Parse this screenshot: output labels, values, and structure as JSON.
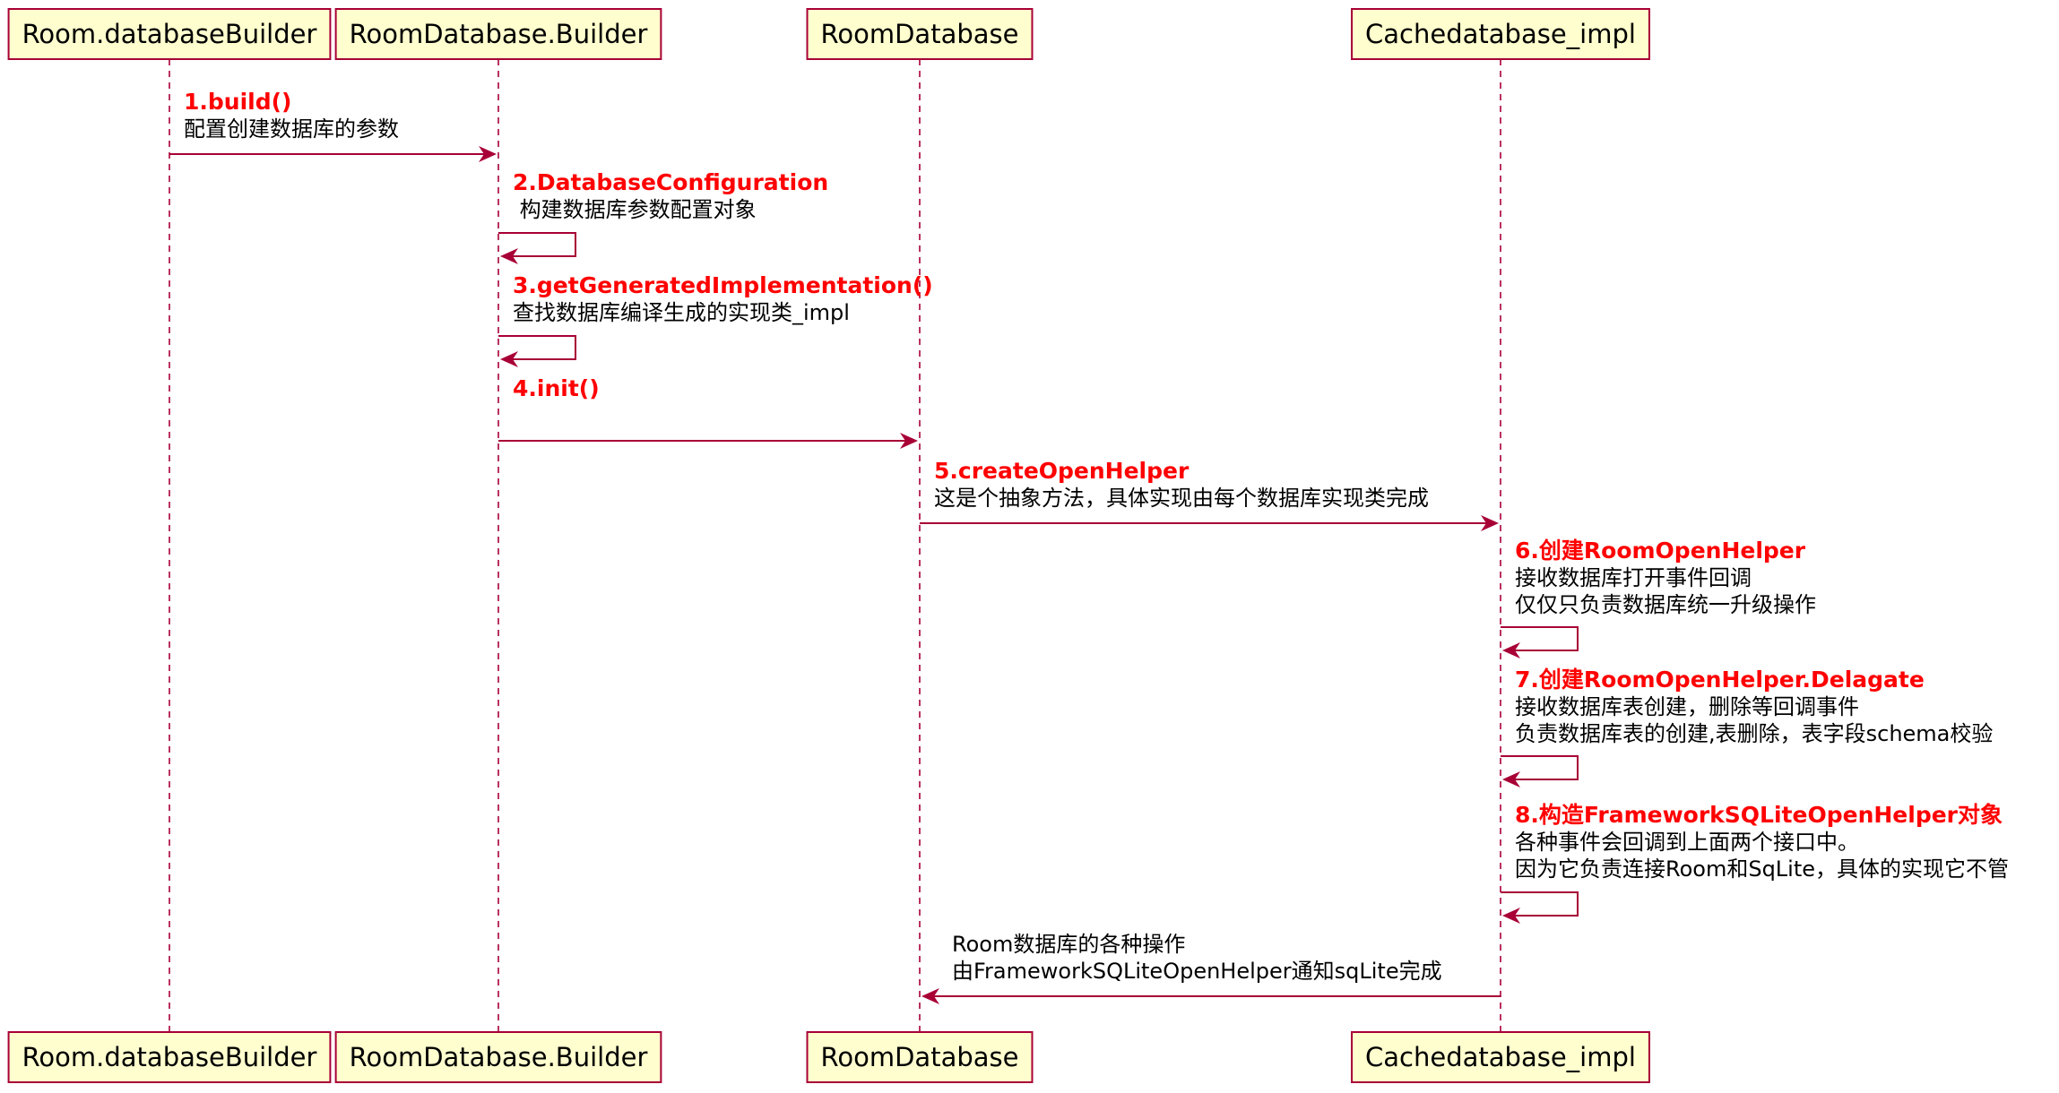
{
  "participants": [
    {
      "id": "p1",
      "name": "Room.databaseBuilder"
    },
    {
      "id": "p2",
      "name": "RoomDatabase.Builder"
    },
    {
      "id": "p3",
      "name": "RoomDatabase"
    },
    {
      "id": "p4",
      "name": "Cachedatabase_impl"
    }
  ],
  "messages": [
    {
      "id": "m1",
      "from": "p1",
      "to": "p2",
      "title": "1.build()",
      "lines": [
        "配置创建数据库的参数"
      ]
    },
    {
      "id": "m2",
      "from": "p2",
      "to": "p2",
      "title": "2.DatabaseConfiguration",
      "lines": [
        " 构建数据库参数配置对象"
      ]
    },
    {
      "id": "m3",
      "from": "p2",
      "to": "p2",
      "title": "3.getGeneratedImplementation()",
      "lines": [
        "查找数据库编译生成的实现类_impl"
      ]
    },
    {
      "id": "m4",
      "from": "p2",
      "to": "p3",
      "title": "4.init()",
      "lines": []
    },
    {
      "id": "m5",
      "from": "p3",
      "to": "p4",
      "title": "5.createOpenHelper",
      "lines": [
        "这是个抽象方法，具体实现由每个数据库实现类完成"
      ]
    },
    {
      "id": "m6",
      "from": "p4",
      "to": "p4",
      "title": "6.创建RoomOpenHelper",
      "lines": [
        "接收数据库打开事件回调",
        "仅仅只负责数据库统一升级操作"
      ]
    },
    {
      "id": "m7",
      "from": "p4",
      "to": "p4",
      "title": "7.创建RoomOpenHelper.Delagate",
      "lines": [
        "接收数据库表创建，删除等回调事件",
        "负责数据库表的创建,表删除，表字段schema校验"
      ]
    },
    {
      "id": "m8",
      "from": "p4",
      "to": "p4",
      "title": "8.构造FrameworkSQLiteOpenHelper对象",
      "lines": [
        "各种事件会回调到上面两个接口中。",
        "因为它负责连接Room和SqLite，具体的实现它不管"
      ]
    },
    {
      "id": "m9",
      "from": "p4",
      "to": "p3",
      "title": "",
      "lines": [
        "Room数据库的各种操作",
        "由FrameworkSQLiteOpenHelper通知sqLite完成"
      ]
    }
  ]
}
